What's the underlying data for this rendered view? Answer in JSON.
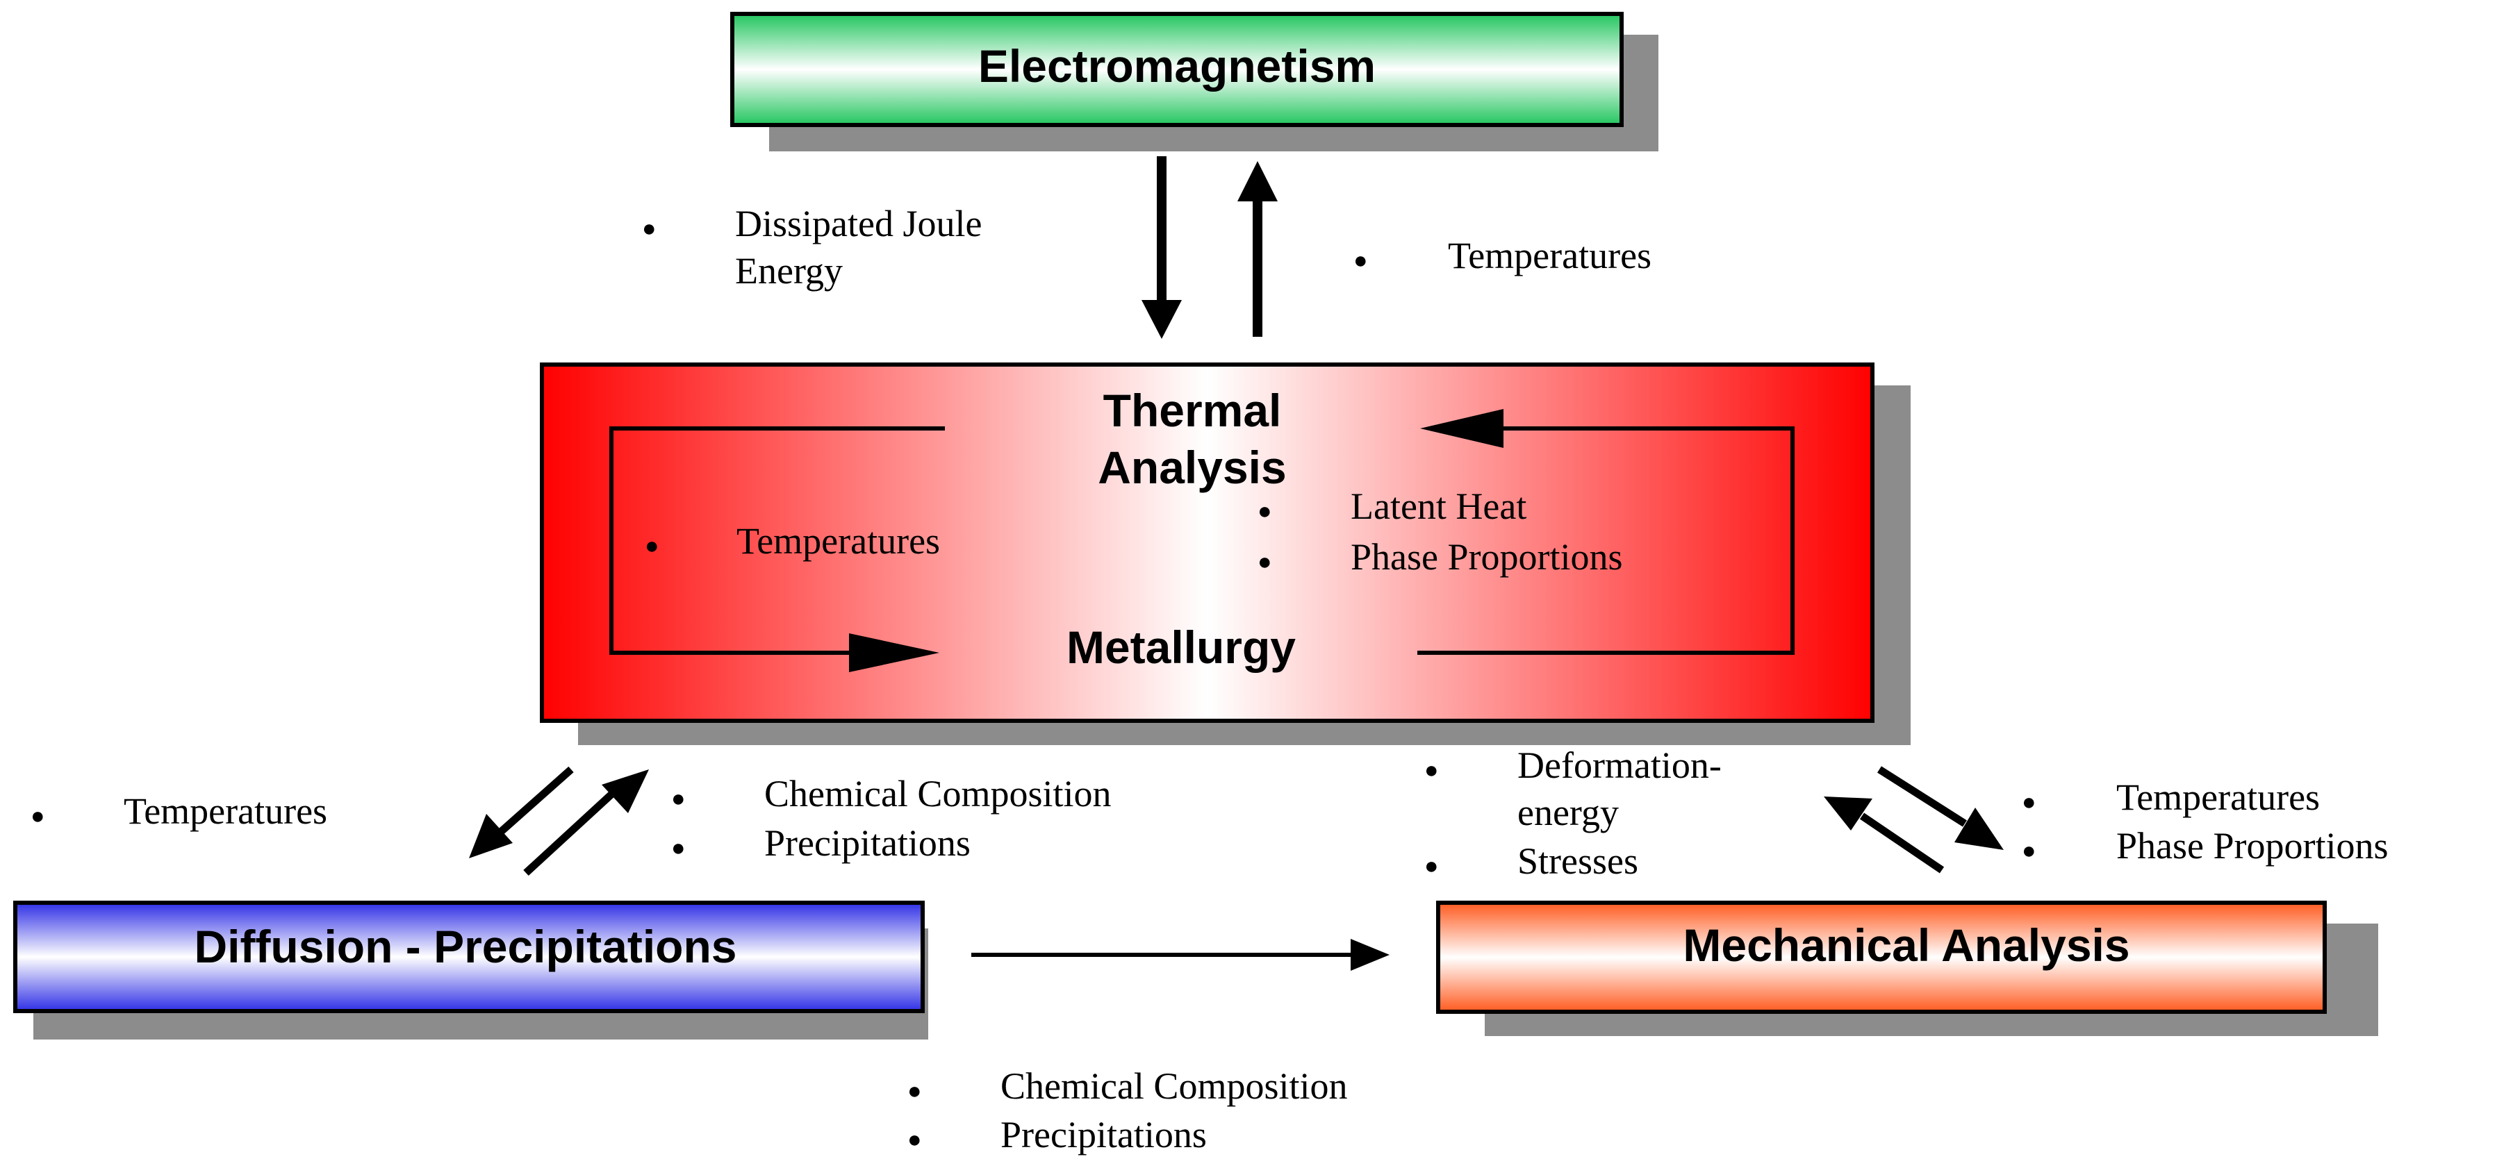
{
  "boxes": {
    "electromagnetism": {
      "title": "Electromagnetism",
      "fill_color": "#22c55e",
      "border_color": "#000000"
    },
    "thermal_metallurgy": {
      "title_line1": "Thermal",
      "title_line2": "Analysis",
      "title_metallurgy": "Metallurgy",
      "fill_color": "#ff0000",
      "border_color": "#000000"
    },
    "diffusion": {
      "title": "Diffusion - Precipitations",
      "fill_color": "#3a3ae8",
      "border_color": "#000000"
    },
    "mechanical": {
      "title": "Mechanical Analysis",
      "fill_color": "#ff6a33",
      "border_color": "#000000"
    }
  },
  "shadow_color": "#8c8c8c",
  "bullet": "●",
  "notes": {
    "em_to_thermal": {
      "line1": "Dissipated Joule",
      "line2": "Energy"
    },
    "thermal_to_em": {
      "line1": "Temperatures"
    },
    "thermal_loop_left": {
      "line1": "Temperatures"
    },
    "thermal_loop_right": {
      "line1": "Latent Heat",
      "line2": "Phase Proportions"
    },
    "thermal_to_diffusion": {
      "line1": "Temperatures"
    },
    "diffusion_to_thermal": {
      "line1": "Chemical Composition",
      "line2": "Precipitations"
    },
    "mechanical_to_thermal": {
      "line1": "Deformation-",
      "line2": "energy",
      "line3": "Stresses"
    },
    "thermal_to_mechanical": {
      "line1": "Temperatures",
      "line2": "Phase Proportions"
    },
    "diffusion_to_mechanical": {
      "line1": "Chemical Composition",
      "line2": "Precipitations"
    }
  }
}
